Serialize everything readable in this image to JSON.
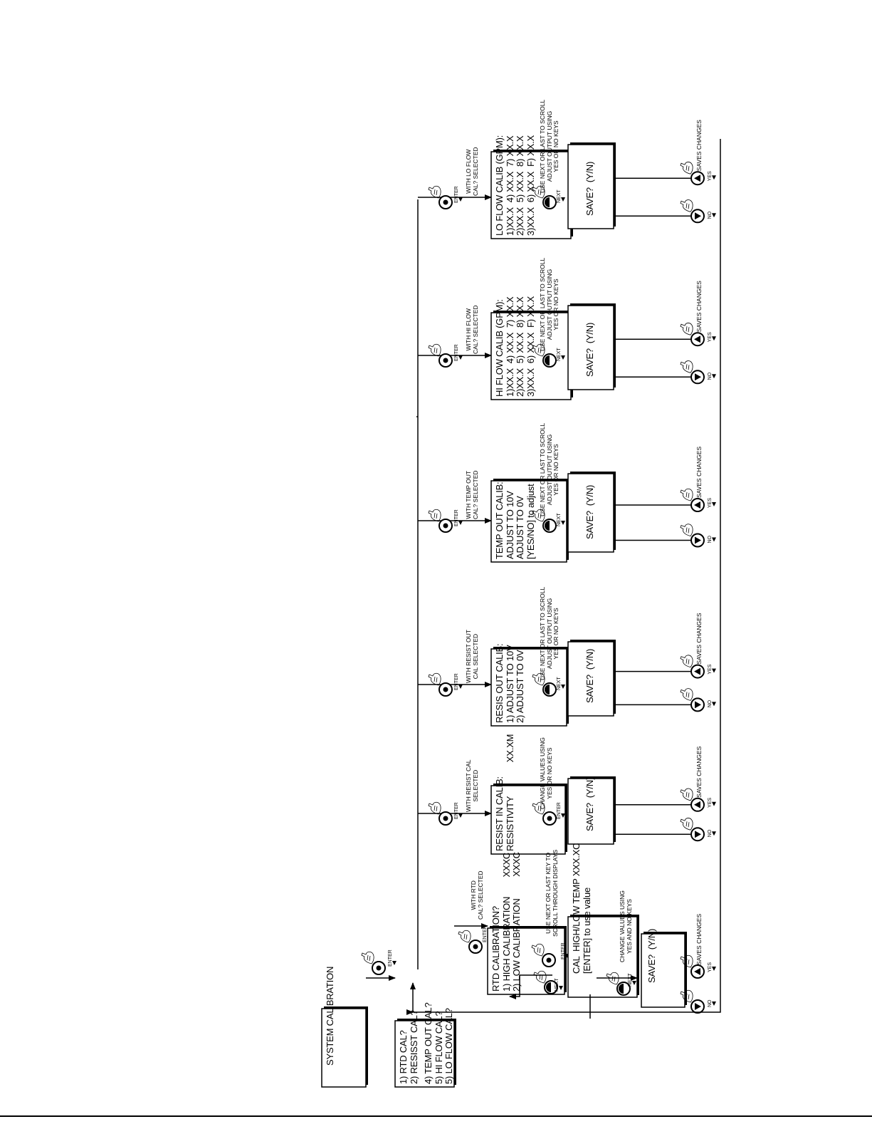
{
  "title_screen": "SYSTEM CALIBRATION",
  "main_menu": [
    "1) RTD CAL?",
    "2) RESISST CAL?",
    "4) TEMP OUT CAL?",
    "5) HI FLOW CAL?",
    "5) LO FLOW CAL?"
  ],
  "rtd": {
    "selected_note": "WITH RTD\nCAL? SELECTED",
    "screen": "RTD CALIBRATION?\n1) HIGH CALIBRATION        XXXC\n2) LOW CALIBRATION         XXXC",
    "scroll_note": "USE NEXT OR LAST KEY TO\nSCROLL THROUGH DISPLAYS",
    "cal_screen": "CAL  HIGH/LOW TEMP XXX.XC\n[ENTER] to use value",
    "change_note": "CHANGE VALUES USING\nYES AND NO KEYS"
  },
  "resist_in": {
    "selected_note": "WITH RESIST CAL\nSELECTED",
    "screen": "RESIST IN CALIB:\nRESISTIVITY              XX.XM",
    "change_note": "CHANGE VALUES USING\nYES OR NO KEYS"
  },
  "resist_out": {
    "selected_note": "WITH RESIST OUT\nCAL SELECTED",
    "screen": "RESIS OUT CALIB:\n1) ADJUST TO 10V\n2) ADJUST TO 0V"
  },
  "temp_out": {
    "selected_note": "WITH TEMP OUT\nCAL? SELECTED",
    "screen": "TEMP OUT CALIB:\nADJUST TO 10V\nADJUST TO 0V\n[YES/NO] to adjust"
  },
  "hi_flow": {
    "selected_note": "WITH HI FLOW\nCAL? SELECTED",
    "screen": "HI FLOW CALIB (GPM):\n1)XX.X  4) XX.X  7) XX.X\n2)XX.X  5) XX.X  8) XX.X\n3)XX.X  6) XX.X  F) XX.X"
  },
  "lo_flow": {
    "selected_note": "WITH LO FLOW\nCAL? SELECTED",
    "screen": "LO FLOW CALIB (GPM):\n1)XX.X  4) XX.X  7) XX.X\n2)XX.X  5) XX.X  8) XX.X\n3)XX.X  6) XX.X  F) XX.X"
  },
  "adjust_note": "USE NEXT OR LAST TO SCROLL\nADJUST OUTPUT USING\nYES OR NO KEYS",
  "save_prompt": "SAVE?  (Y/N)",
  "saves_changes": "SAVES CHANGES",
  "keys": {
    "enter": "ENTER",
    "next": "NEXT",
    "yes": "YES",
    "no": "NO"
  },
  "colors": {
    "ink": "#000000",
    "paper": "#ffffff"
  },
  "icons": [
    "enter-key-icon",
    "next-key-icon",
    "yes-key-icon",
    "no-key-icon",
    "finger-press-icon"
  ]
}
